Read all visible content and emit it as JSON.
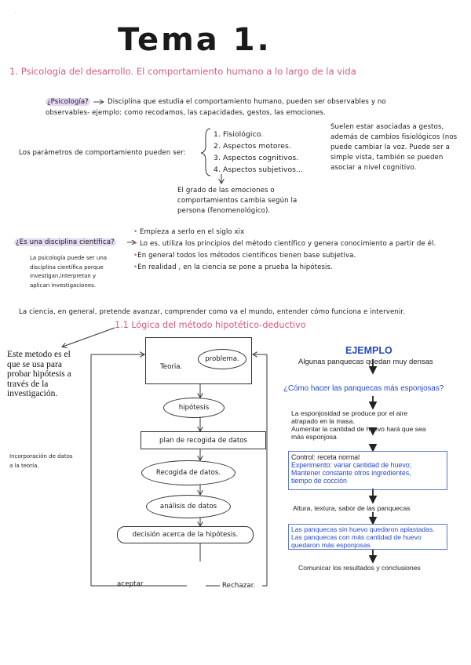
{
  "title": "Tema 1.",
  "section1": {
    "heading": "1. Psicología del desarrollo. El comportamiento humano a lo largo de la vida",
    "q_psicologia": "¿Psicología?",
    "def_line1": "Disciplina que estudia el comportamiento humano, pueden ser observables y no",
    "def_line2": "observables- ejemplo: como recodamos, las capacidades, gestos, las emociones.",
    "side_note": [
      "Suelen estar asociadas a gestos,",
      "además de cambios fisiológicos (nos",
      "puede cambiar la voz. Puede ser a",
      "simple vista, también se pueden",
      "asociar a nivel cognitivo."
    ],
    "params_label": "Los parámetros de comportamiento pueden ser:",
    "params": [
      "1. Fisiológico.",
      "2. Aspectos motores.",
      "3. Aspectos cognitivos.",
      "4. Aspectos subjetivos..."
    ],
    "emotion_note": [
      "El grado de las emociones o",
      "comportamientos cambia según la",
      "persona (fenomenológico)."
    ],
    "q_cientifica": "¿Es una disciplina científica?",
    "bullets": [
      "Empieza a serlo en el siglo xix",
      "Lo es, utiliza los principios del método científico y genera conocimiento a partir de él.",
      "En general todos los métodos científicos tienen base subjetiva.",
      "En realidad , en la ciencia se pone a prueba la hipótesis."
    ],
    "small_note": [
      "La psicología puede ser una",
      "disciplina científica porque",
      "investigan,interpretan y",
      "aplican investigaciones."
    ],
    "ciencia": "La ciencia, en general, pretende avanzar, comprender como va el mundo, entender cómo funciona e intervenir."
  },
  "section11": {
    "heading": "1.1 Lógica del método hipotético-deductivo",
    "left_note": [
      "Este metodo es el",
      "que se usa para",
      "probar hipótesis a",
      "través de la",
      "investigación."
    ],
    "incorporacion": [
      "Incorporación de datos",
      "a la teoría."
    ],
    "flow": {
      "teoria": "Teoria.",
      "problema": "problema.",
      "hipotesis": "hipótesis",
      "plan": "plan de recogida de datos",
      "recogida": "Recogida de datos.",
      "analisis": "análisis de datos",
      "decision": "decisión acerca de la hipótesis.",
      "aceptar": "aceptar",
      "rechazar": "Rechazar."
    }
  },
  "ejemplo": {
    "title": "EJEMPLO",
    "step1": "Algunas panquecas quedan muy densas",
    "question": "¿Cómo hacer las panquecas más esponjosas?",
    "hyp": [
      "La esponjosidad se produce por el aire",
      "atrapado en la masa.",
      "Aumentar la cantidad de huevo hará que sea",
      "más esponjosa"
    ],
    "control": "Control: receta normal",
    "experimento": [
      "Experimento: variar cantidad de huevo;",
      "Mantener constante otros ingredientes,",
      "tiempo de cocción"
    ],
    "medida": "Altura, textura, sabor de las panquecas",
    "resultados": [
      "Las panquecas sin huevo quedaron aplastadas.",
      "Las panquecas con más cantidad de huevo",
      "quedaron más esponjosas"
    ],
    "comunicar": "Comunicar los resultados y conclusiones"
  },
  "colors": {
    "pink": "#d65a7e",
    "blue": "#2449c4",
    "highlight": "#e6d9f2"
  }
}
